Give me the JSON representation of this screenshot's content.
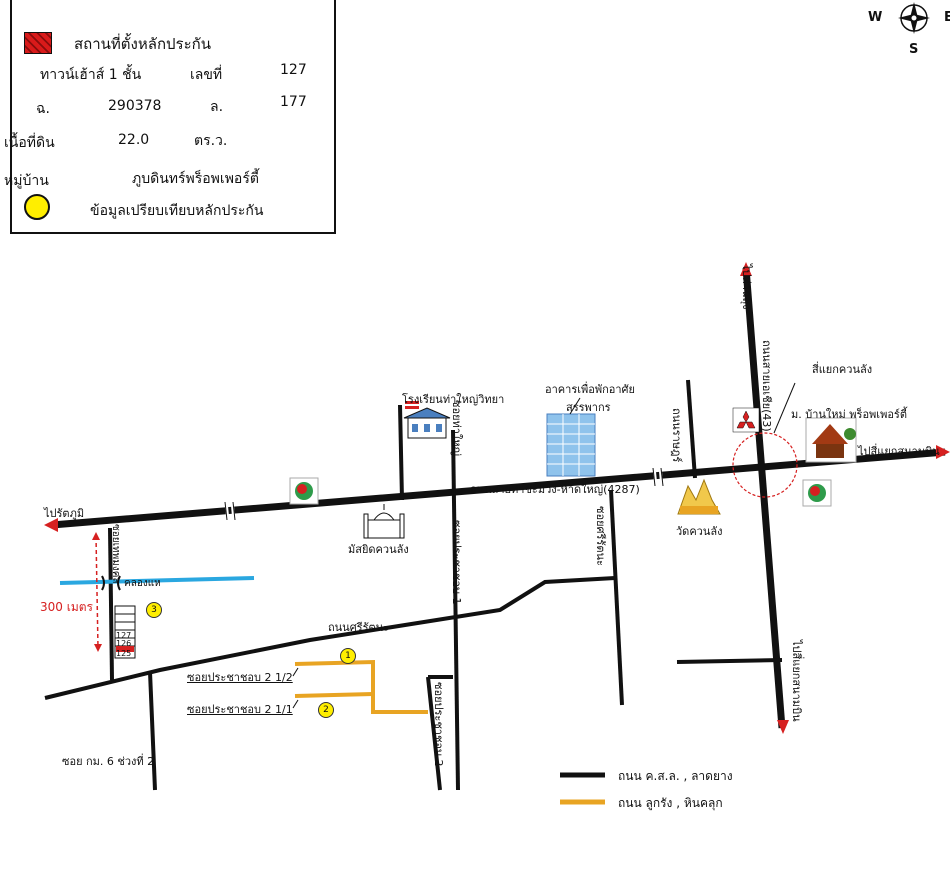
{
  "legend": {
    "site_label": "สถานที่ตั้งหลักประกัน",
    "house_type": "ทาวน์เฮ้าส์ 1 ชั้น",
    "number_label": "เลขที่",
    "number_value": "127",
    "chanote_label": "ฉ.",
    "chanote_value": "290378",
    "lot_label": "ล.",
    "lot_value": "177",
    "area_label": "เนื้อที่ดิน",
    "area_value": "22.0",
    "area_unit": "ตร.ว.",
    "village_label": "หมู่บ้าน",
    "village_value": "ภูบดินทร์พร็อพเพอร์ตี้",
    "comparable_label": "ข้อมูลเปรียบเทียบหลักประกัน"
  },
  "compass": {
    "west": "W",
    "east": "E",
    "south": "S"
  },
  "map": {
    "to_rat_phum": "ไปรัตภูมิ",
    "to_khao_ruang": "ไปท่าฉลุง",
    "to_east_junction": "ไปสี่แยกสนามบิน",
    "to_airport_south": "ไปสี่แยกสนามบิน",
    "main_road": "ถนนสายท่าชะมวง-หาดใหญ่(4287)",
    "road_43": "ถนนสายเอเชีย(43)",
    "khuan_lang_junction": "สี่แยกควนลัง",
    "village_name": "ม. บ้านใหม่ พร็อพเพอร์ตี้",
    "school": "โรงเรียนท่าใหญ่วิทยา",
    "revenue_building_1": "อาคารเพื่อพักอาศัย",
    "revenue_building_2": "สรรพากร",
    "mosque": "มัสยิดควนลัง",
    "temple": "วัดควนลัง",
    "canal": "คลองแห",
    "distance": "300 เมตร",
    "sriratana_road": "ถนนศรีรัตนะ",
    "soi_1_2_7": "ซอยประชาชอบ 2 1/2",
    "soi_1_1_7": "ซอยประชาชอบ 2 1/1",
    "soi_km6": "ซอย กม. 6 ช่วงที่ 2",
    "soi_prachachob_1": "ซอยประชาชอบ 1",
    "soi_prachachob_2": "ซอยประชาชอบ 2",
    "soi_tha_yai": "ซอยท่าใหญ่",
    "soi_si_ratana": "ซอยศรีรัตนะ",
    "soi_thep_mongkon": "ซอยเทพมงคล",
    "road_ramkhamhaeng": "ถนนราษฎร์",
    "rows": [
      "127",
      "126",
      "125"
    ],
    "badge_1": "1",
    "badge_2": "2",
    "badge_3": "3"
  },
  "key": {
    "paved": "ถนน ค.ส.ล. , ลาดยาง",
    "gravel": "ถนน ลูกรัง , หินคลุก"
  },
  "colors": {
    "road": "#111111",
    "gravel": "#e8a423",
    "canal": "#2aa7e0",
    "distance_marker": "#d62020",
    "circle": "#d62020",
    "badge": "#ffee00"
  }
}
